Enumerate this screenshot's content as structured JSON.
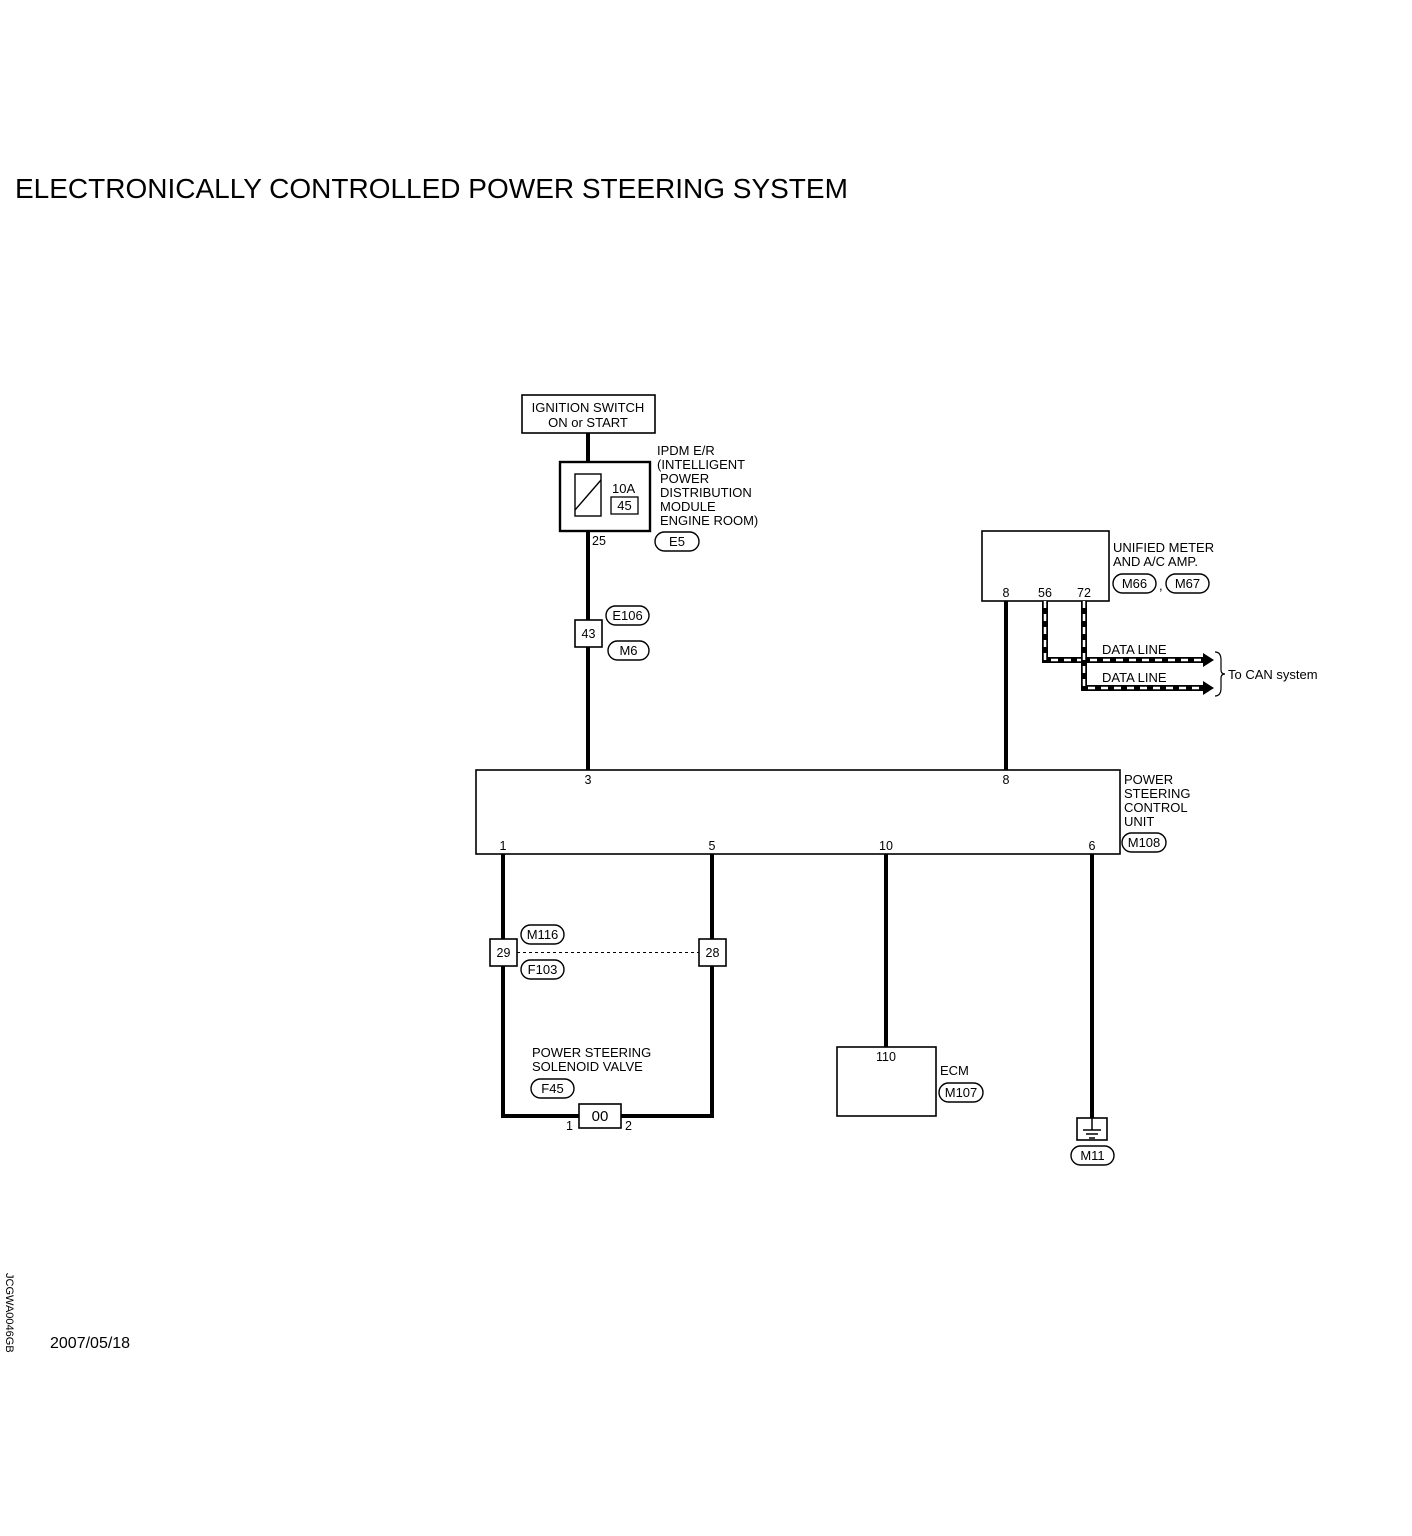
{
  "title": "ELECTRONICALLY CONTROLLED POWER STEERING SYSTEM",
  "ignition": {
    "line1": "IGNITION SWITCH",
    "line2": "ON or START"
  },
  "ipdm": {
    "lines": [
      "IPDM E/R",
      "(INTELLIGENT",
      "POWER",
      "DISTRIBUTION",
      "MODULE",
      "ENGINE ROOM)"
    ],
    "fuse_rating": "10A",
    "fuse_number": "45",
    "output_pin": "25",
    "connector": "E5"
  },
  "joint_connector": {
    "pin": "43",
    "connector_top": "E106",
    "connector_bottom": "M6"
  },
  "unified_meter": {
    "line1": "UNIFIED METER",
    "line2": "AND A/C AMP.",
    "connector_a": "M66",
    "separator": ",",
    "connector_b": "M67",
    "pins": [
      "8",
      "56",
      "72"
    ]
  },
  "data_lines": {
    "label1": "DATA LINE",
    "label2": "DATA LINE",
    "destination": "To CAN system"
  },
  "pscu": {
    "lines": [
      "POWER",
      "STEERING",
      "CONTROL",
      "UNIT"
    ],
    "connector": "M108",
    "top_pins": [
      "3",
      "8"
    ],
    "bottom_pins": [
      "1",
      "5",
      "10",
      "6"
    ]
  },
  "harness_connector": {
    "pin_left": "29",
    "pin_right": "28",
    "connector_top": "M116",
    "connector_bottom": "F103"
  },
  "solenoid": {
    "line1": "POWER STEERING",
    "line2": "SOLENOID VALVE",
    "connector": "F45",
    "pin_left": "1",
    "pin_right": "2",
    "symbol": "00"
  },
  "ecm": {
    "label": "ECM",
    "connector": "M107",
    "pin": "110"
  },
  "ground": {
    "connector": "M11"
  },
  "footer": {
    "code": "JCGWA0046GB",
    "date": "2007/05/18"
  }
}
